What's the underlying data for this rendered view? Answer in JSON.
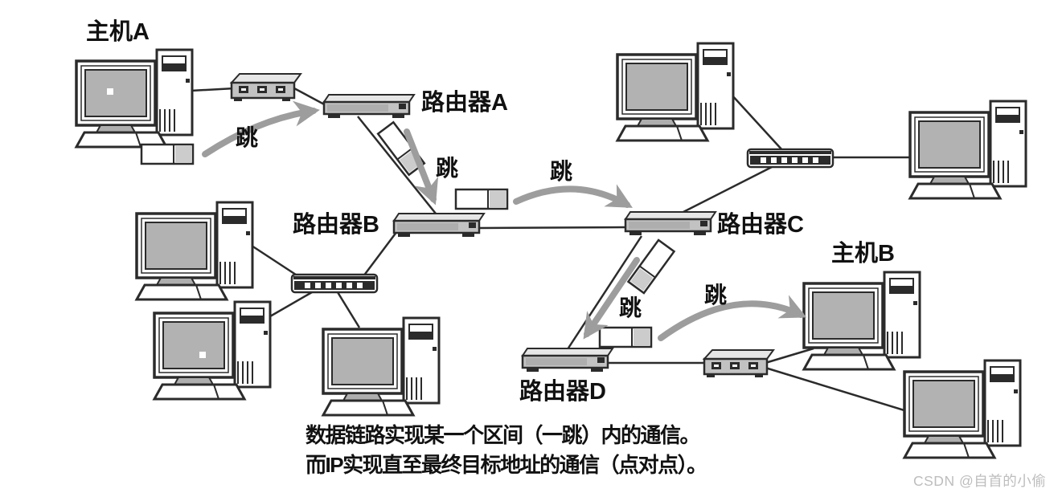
{
  "page": {
    "background": "#ffffff",
    "watermark": "CSDN @自首的小偷"
  },
  "diagram": {
    "caption": {
      "line1": "数据链路实现某一个区间（一跳）内的通信。",
      "line2": "而IP实现直至最终目标地址的通信（点对点）。"
    },
    "hop_label": "跳",
    "nodes": {
      "host_a": {
        "label": "主机A",
        "type": "host"
      },
      "router_a": {
        "label": "路由器A",
        "type": "router"
      },
      "router_b": {
        "label": "路由器B",
        "type": "router"
      },
      "router_c": {
        "label": "路由器C",
        "type": "router"
      },
      "router_d": {
        "label": "路由器D",
        "type": "router"
      },
      "host_b": {
        "label": "主机B",
        "type": "host"
      }
    },
    "hops": [
      {
        "from": "主机A",
        "to": "路由器A",
        "label": "跳"
      },
      {
        "from": "路由器A",
        "to": "路由器B",
        "label": "跳"
      },
      {
        "from": "路由器B",
        "to": "路由器C",
        "label": "跳"
      },
      {
        "from": "路由器C",
        "to": "路由器D",
        "label": "跳"
      },
      {
        "from": "路由器D",
        "to": "主机B",
        "label": "跳"
      }
    ],
    "colors": {
      "line": "#2b2b2b",
      "arrow": "#9d9d9d",
      "screen": "#b2b2b2",
      "device": "#c2c2c2",
      "device_top": "#e6e6e6",
      "packet_tail": "#cccccc",
      "text": "#111111",
      "watermark": "#bdbdbd"
    }
  }
}
